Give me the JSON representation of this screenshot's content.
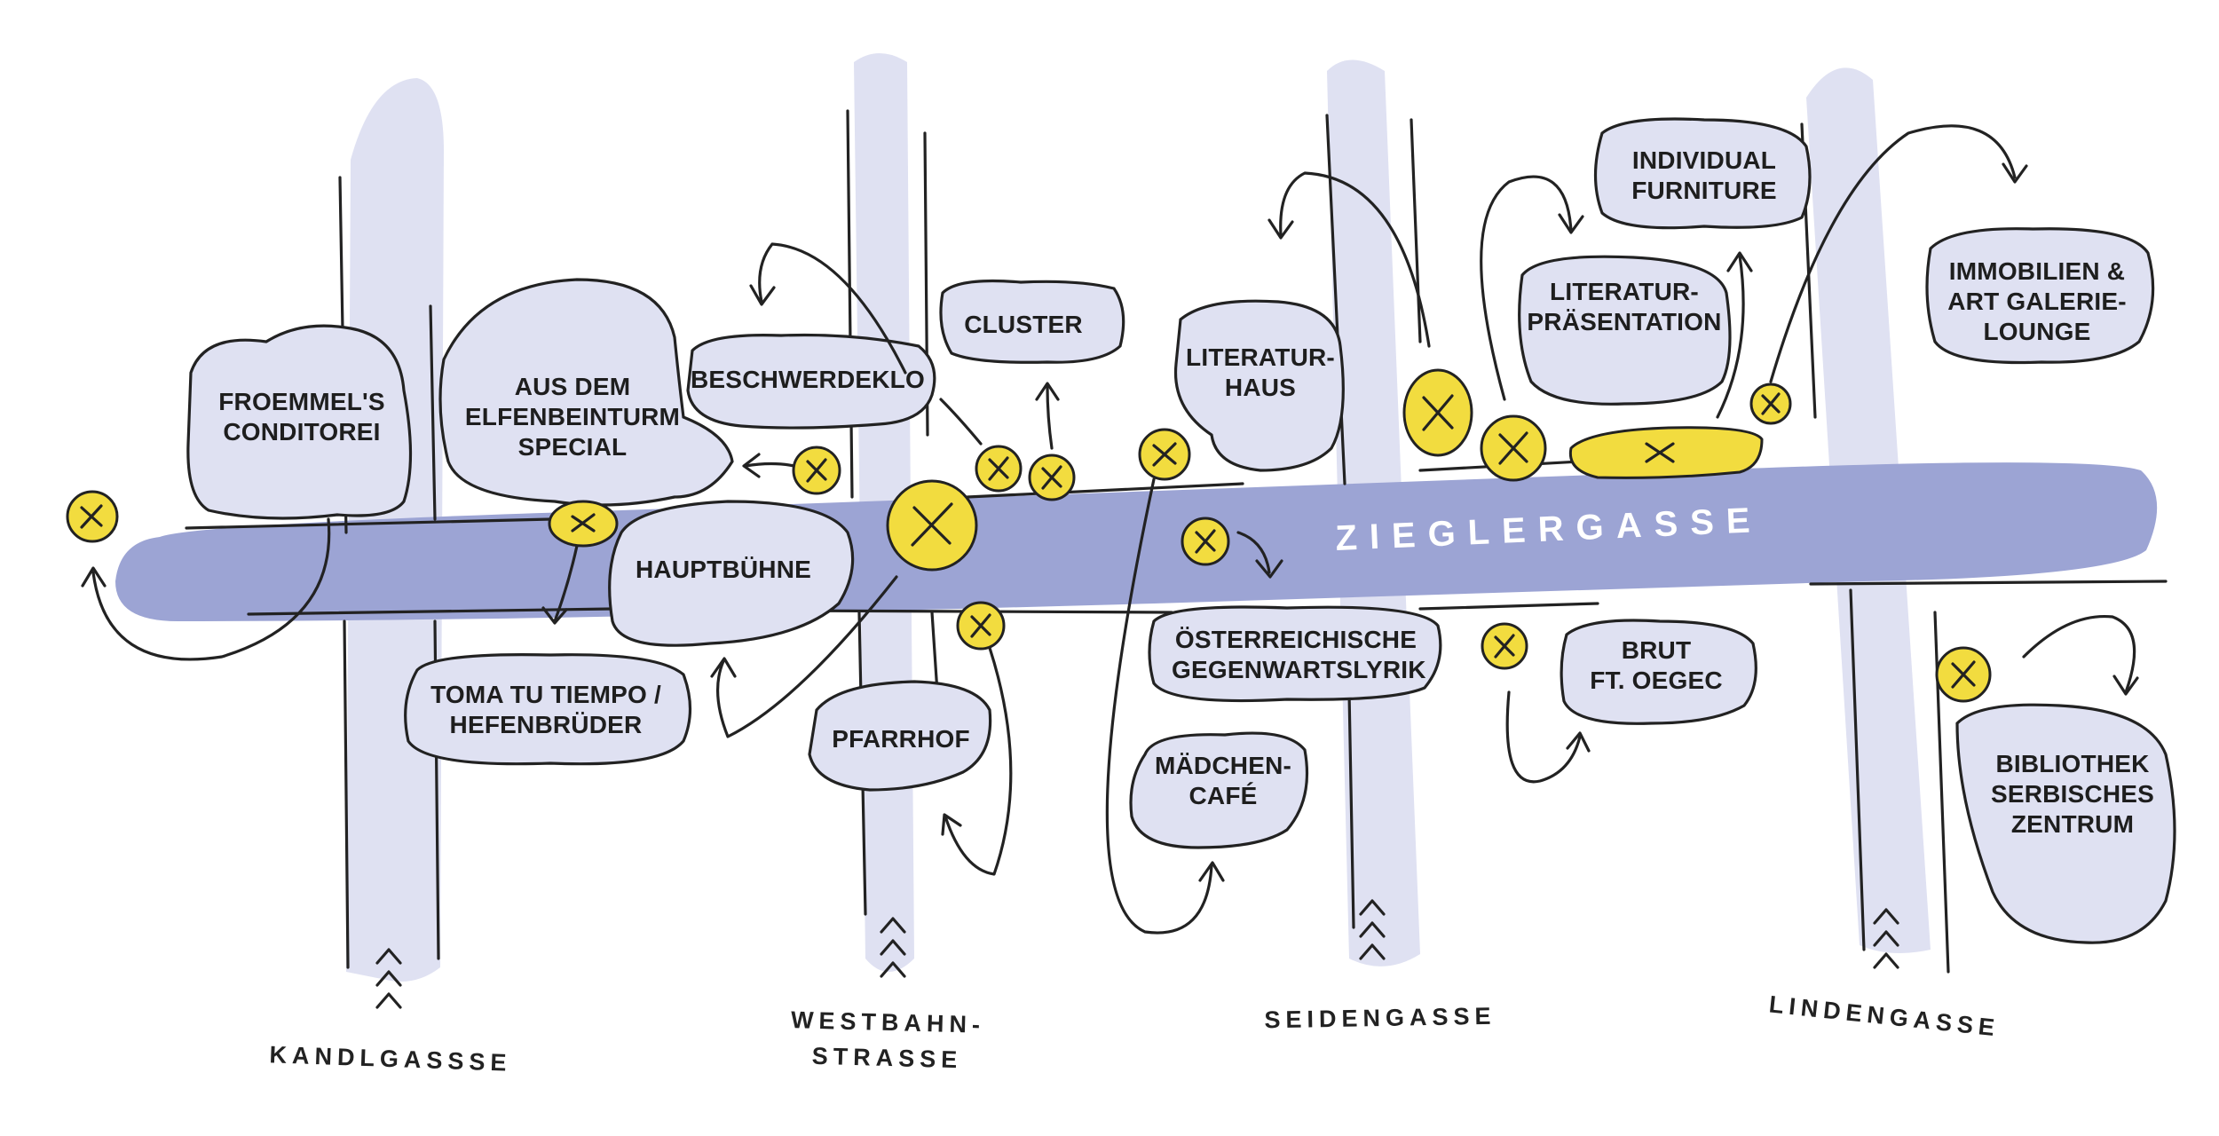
{
  "main_street": {
    "name": "ZIEGLERGASSE"
  },
  "cross_streets": [
    {
      "id": "kandlgasse",
      "name": "KANDLGASSSE"
    },
    {
      "id": "westbahnstrasse",
      "name": "WESTBAHN-\nSTRASSE"
    },
    {
      "id": "seidengasse",
      "name": "SEIDENGASSE"
    },
    {
      "id": "lindengasse",
      "name": "LINDENGASSE"
    }
  ],
  "venues": [
    {
      "id": "froemmels",
      "label": "FROEMMEL'S\nCONDITOREI"
    },
    {
      "id": "elfenbeinturm",
      "label": "AUS DEM\nELFENBEINTURM\nSPECIAL"
    },
    {
      "id": "beschwerdeklo",
      "label": "BESCHWERDEKLO"
    },
    {
      "id": "cluster",
      "label": "CLUSTER"
    },
    {
      "id": "hauptbuehne",
      "label": "HAUPTBÜHNE"
    },
    {
      "id": "toma",
      "label": "TOMA TU TIEMPO /\nHEFENBRÜDER"
    },
    {
      "id": "pfarrhof",
      "label": "PFARRHOF"
    },
    {
      "id": "literaturhaus",
      "label": "LITERATUR-\nHAUS"
    },
    {
      "id": "gegenwartslyrik",
      "label": "ÖSTERREICHISCHE\nGEGENWARTSLYRIK"
    },
    {
      "id": "maedchencafe",
      "label": "MÄDCHEN-\nCAFÉ"
    },
    {
      "id": "individual",
      "label": "INDIVIDUAL\nFURNITURE"
    },
    {
      "id": "literaturpraesentation",
      "label": "LITERATUR-\nPRÄSENTATION"
    },
    {
      "id": "brut",
      "label": "BRUT\nFT. OEGEC"
    },
    {
      "id": "immobilien",
      "label": "IMMOBILIEN &\nART GALERIE-\nLOUNGE"
    },
    {
      "id": "bibliothek",
      "label": "BIBLIOTHEK\nSERBISCHES\nZENTRUM"
    }
  ],
  "colors": {
    "main_street": "#9ca4d4",
    "cross_street": "#dfe1f2",
    "venue_fill": "#dfe1f2",
    "marker": "#f2dc3f",
    "ink": "#222222"
  },
  "icons": {
    "marker": "x-marker-icon",
    "arrow": "arrow-icon",
    "direction": "chevron-up-icon"
  }
}
